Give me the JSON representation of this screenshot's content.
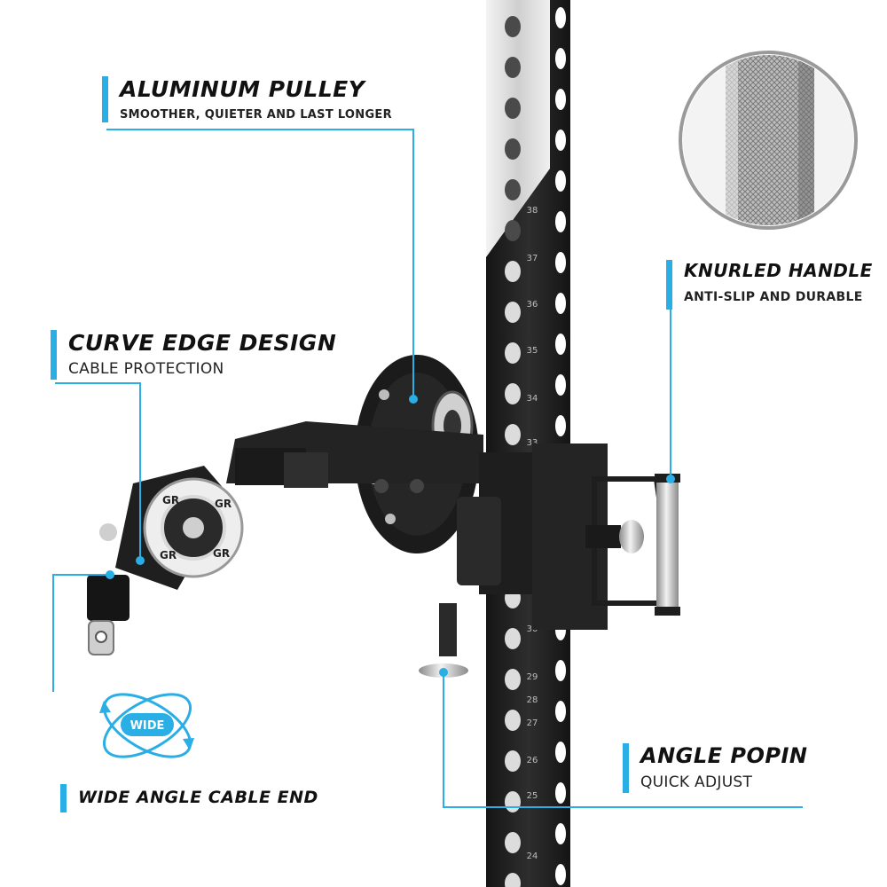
{
  "callouts": {
    "aluminum_pulley": {
      "title": "ALUMINUM PULLEY",
      "subtitle": "SMOOTHER, QUIETER AND LAST LONGER"
    },
    "curve_edge": {
      "title": "CURVE EDGE DESIGN",
      "subtitle": "CABLE PROTECTION"
    },
    "knurled_handle": {
      "title": "KNURLED HANDLE",
      "subtitle": "ANTI-SLIP AND DURABLE"
    },
    "angle_popin": {
      "title": "ANGLE POPIN",
      "subtitle": "QUICK ADJUST"
    },
    "wide_angle": {
      "title": "WIDE ANGLE CABLE END",
      "badge": "WIDE"
    }
  },
  "pulley_logo": "GR",
  "upright_hole_numbers": [
    "38",
    "37",
    "36",
    "35",
    "34",
    "33",
    "30",
    "29",
    "28",
    "27",
    "26",
    "25",
    "24"
  ],
  "colors": {
    "accent": "#29aee6",
    "text": "#111111",
    "steel": "#1e1e1e",
    "chrome": "#d9d9d9"
  }
}
